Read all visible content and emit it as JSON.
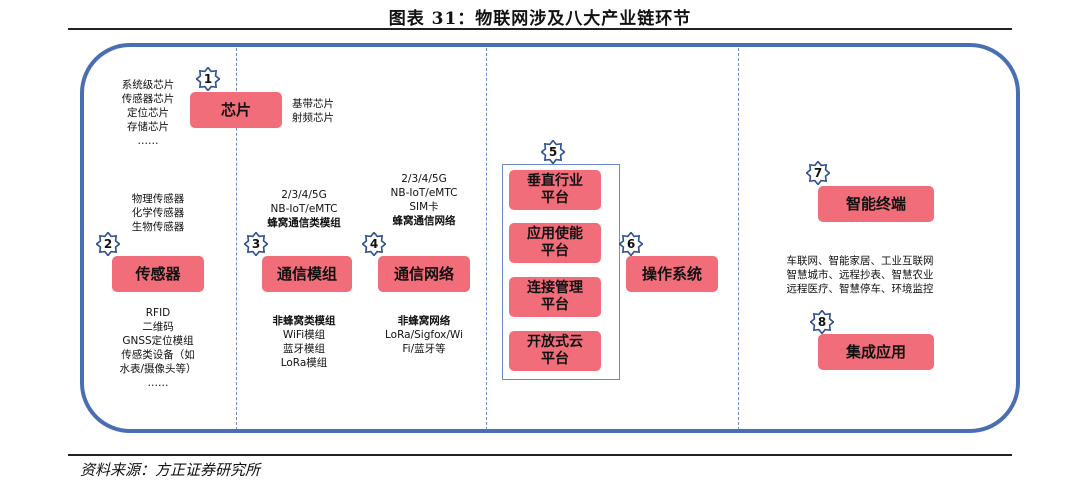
{
  "header": {
    "title": "图表 31：物联网涉及八大产业链环节"
  },
  "footer": {
    "source": "资料来源：方正证券研究所"
  },
  "colors": {
    "box_fill": "#f26d7a",
    "frame_border": "#4a6eb3",
    "badge_border": "#2e4f8f"
  },
  "badges": [
    "1",
    "2",
    "3",
    "4",
    "5",
    "6",
    "7",
    "8"
  ],
  "nodes": {
    "chip": "芯片",
    "sensor": "传感器",
    "comm_module": "通信模组",
    "comm_network": "通信网络",
    "vertical_platform": "垂直行业\n平台",
    "app_platform": "应用使能\n平台",
    "conn_platform": "连接管理\n平台",
    "cloud_platform": "开放式云\n平台",
    "os": "操作系统",
    "terminal": "智能终端",
    "integration": "集成应用"
  },
  "notes": {
    "chip_left": [
      "系统级芯片",
      "传感器芯片",
      "定位芯片",
      "存储芯片",
      "……"
    ],
    "chip_right": [
      "基带芯片",
      "射频芯片"
    ],
    "sensor_top": [
      "物理传感器",
      "化学传感器",
      "生物传感器"
    ],
    "sensor_bottom": [
      "RFID",
      "二维码",
      "GNSS定位模组",
      "传感类设备（如",
      "水表/摄像头等）",
      "……"
    ],
    "module_top": [
      "2/3/4/5G",
      "NB-IoT/eMTC"
    ],
    "module_top_bold": "蜂窝通信类模组",
    "module_bottom_bold": "非蜂窝类模组",
    "module_bottom": [
      "WiFi模组",
      "蓝牙模组",
      "LoRa模组"
    ],
    "network_top": [
      "2/3/4/5G",
      "NB-IoT/eMTC",
      "SIM卡"
    ],
    "network_top_bold": "蜂窝通信网络",
    "network_bottom_bold": "非蜂窝网络",
    "network_bottom": [
      "LoRa/Sigfox/Wi",
      "Fi/蓝牙等"
    ],
    "terminal_apps": [
      "车联网、智能家居、工业互联网",
      "智慧城市、远程抄表、智慧农业",
      "远程医疗、智慧停车、环境监控"
    ]
  }
}
